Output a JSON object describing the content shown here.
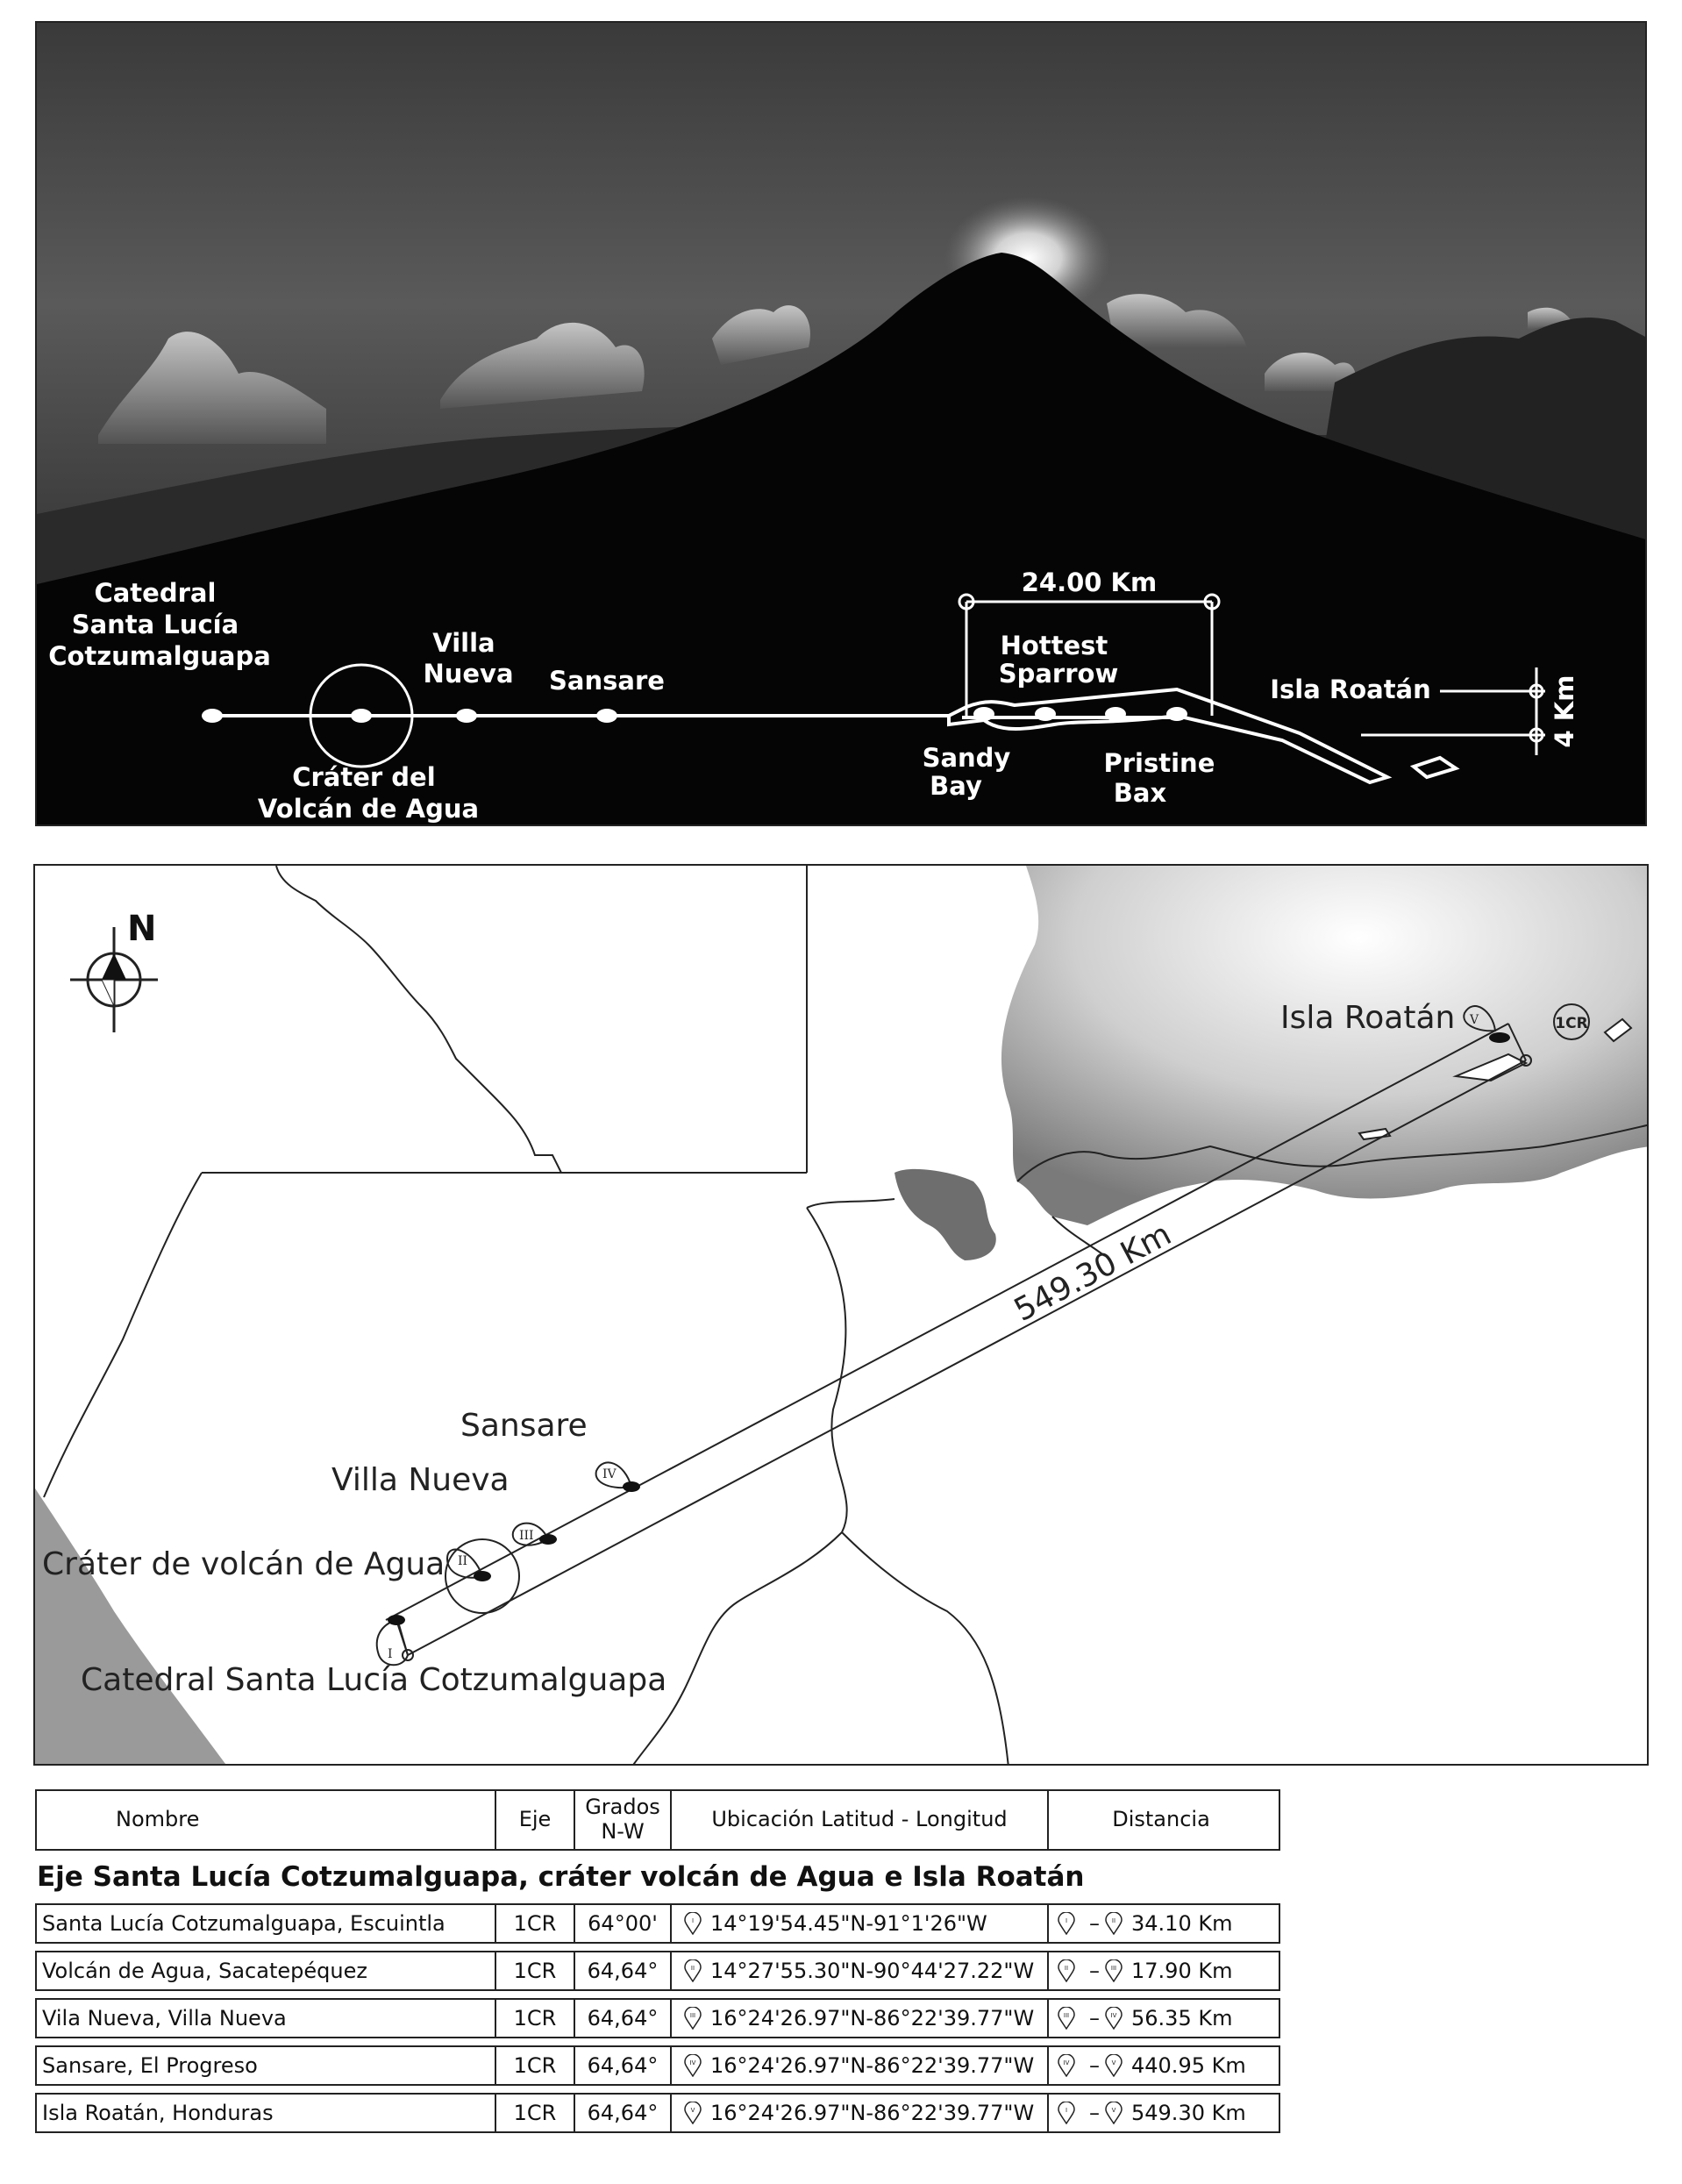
{
  "photo_profile": {
    "labels": {
      "catedral": [
        "Catedral",
        "Santa Lucía",
        "Cotzumalguapa"
      ],
      "crater": [
        "Cráter del",
        "Volcán de Agua"
      ],
      "villa_nueva": [
        "Villa",
        "Nueva"
      ],
      "sansare": "Sansare",
      "hottest_sparrow": [
        "Hottest",
        "Sparrow"
      ],
      "sandy_bay": [
        "Sandy",
        "Bay"
      ],
      "pristine_bax": [
        "Pristine",
        "Bax"
      ],
      "isla_roatan": "Isla Roatán",
      "width_measure": "24.00 Km",
      "height_measure": "4 Km"
    }
  },
  "map": {
    "north_label": "N",
    "distance_label": "549.30 Km",
    "ref_marker": "1CR",
    "points": [
      {
        "roman": "I",
        "label": "Catedral Santa Lucía Cotzumalguapa"
      },
      {
        "roman": "II",
        "label": "Cráter de volcán de Agua"
      },
      {
        "roman": "III",
        "label": "Villa Nueva"
      },
      {
        "roman": "IV",
        "label": "Sansare"
      },
      {
        "roman": "V",
        "label": "Isla Roatán"
      }
    ],
    "colors": {
      "sea_gray": "#9a9a9a",
      "land_gray": "#6e6e6e"
    }
  },
  "table": {
    "headers": {
      "nombre": "Nombre",
      "eje": "Eje",
      "grados": [
        "Grados",
        "N-W"
      ],
      "ubicacion": "Ubicación Latitud - Longitud",
      "distancia": "Distancia"
    },
    "section_title": "Eje Santa Lucía Cotzumalguapa, cráter volcán de Agua e Isla Roatán",
    "rows": [
      {
        "nombre": "Santa Lucía  Cotzumalguapa, Escuintla",
        "eje": "1CR",
        "grados": "64°00'",
        "pin": "I",
        "ubicacion": "14°19'54.45\"N-91°1'26\"W",
        "from": "I",
        "to": "II",
        "distancia": "34.10 Km"
      },
      {
        "nombre": "Volcán de Agua, Sacatepéquez",
        "eje": "1CR",
        "grados": "64,64°",
        "pin": "II",
        "ubicacion": "14°27'55.30\"N-90°44'27.22\"W",
        "from": "II",
        "to": "III",
        "distancia": "17.90 Km"
      },
      {
        "nombre": "Vila Nueva, Villa Nueva",
        "eje": "1CR",
        "grados": "64,64°",
        "pin": "III",
        "ubicacion": "16°24'26.97\"N-86°22'39.77\"W",
        "from": "III",
        "to": "IV",
        "distancia": "56.35 Km"
      },
      {
        "nombre": "Sansare, El Progreso",
        "eje": "1CR",
        "grados": "64,64°",
        "pin": "IV",
        "ubicacion": "16°24'26.97\"N-86°22'39.77\"W",
        "from": "IV",
        "to": "V",
        "distancia": "440.95 Km"
      },
      {
        "nombre": "Isla Roatán, Honduras",
        "eje": "1CR",
        "grados": "64,64°",
        "pin": "V",
        "ubicacion": "16°24'26.97\"N-86°22'39.77\"W",
        "from": "I",
        "to": "V",
        "distancia": "549.30 Km"
      }
    ]
  }
}
